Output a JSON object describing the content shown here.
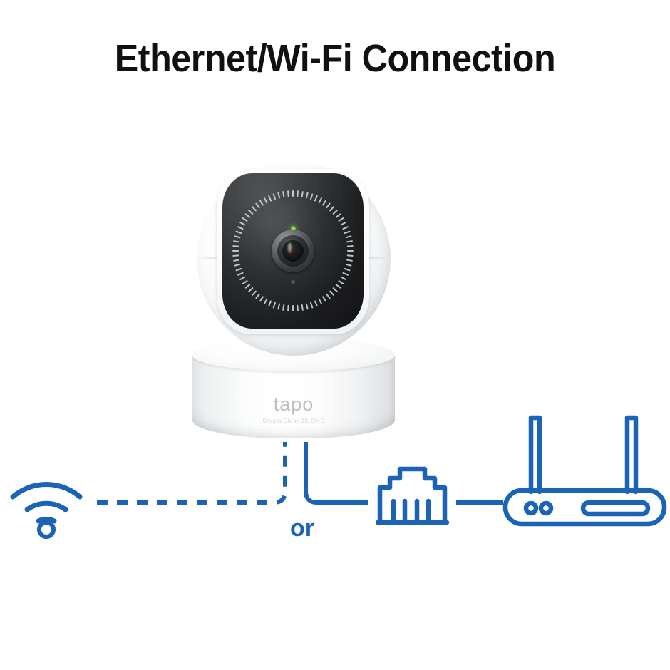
{
  "page": {
    "title": "Ethernet/Wi-Fi Connection",
    "background_color": "#ffffff"
  },
  "colors": {
    "accent_blue": "#1b63b4",
    "title_black": "#111111",
    "device_white": "#ffffff",
    "device_face_dark": "#1b1c1e",
    "status_led_green": "#6fca36",
    "brand_gray": "#b9bdc1"
  },
  "device": {
    "name": "tapo-pan-tilt-camera",
    "brand": "tapo",
    "tagline": "CrystalClear 2K QHD",
    "status_led": "green",
    "parts": {
      "head": "camera-head-sphere",
      "face": "camera-lens-faceplate",
      "ir_ring": "infrared-led-ring",
      "lens": "camera-lens",
      "neck": "camera-neck",
      "base": "camera-base"
    }
  },
  "diagram": {
    "or_label": "or",
    "wifi_path_style": "dashed",
    "ethernet_path_style": "solid",
    "nodes": [
      {
        "id": "wifi",
        "icon": "wifi-icon",
        "label": ""
      },
      {
        "id": "camera",
        "icon": "camera-device",
        "label": ""
      },
      {
        "id": "ethernet",
        "icon": "ethernet-rj45-icon",
        "label": ""
      },
      {
        "id": "router",
        "icon": "router-icon",
        "label": ""
      }
    ]
  },
  "icons": {
    "wifi": "wifi-icon",
    "ethernet": "ethernet-rj45-icon",
    "router": "router-icon"
  }
}
